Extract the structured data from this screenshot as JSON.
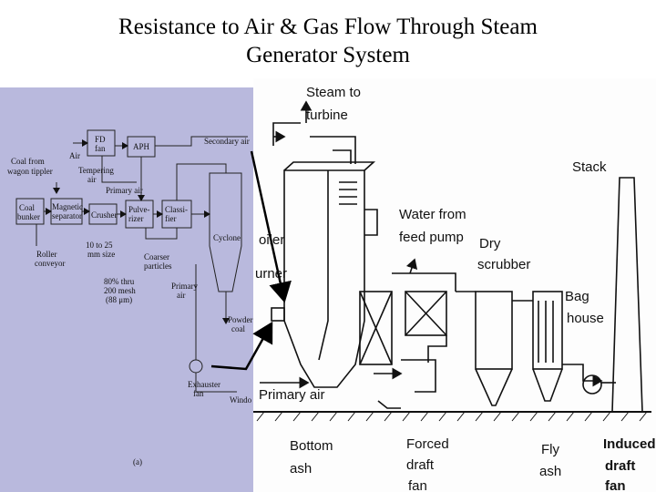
{
  "title": {
    "line1": "Resistance to Air & Gas Flow Through Steam",
    "line2": "Generator System"
  },
  "left_diagram": {
    "coal_from": [
      "Coal from",
      "wagon tippler"
    ],
    "air": "Air",
    "fd_fan": [
      "FD",
      "fan"
    ],
    "aph": "APH",
    "secondary_air": "Secondary air",
    "tempering_air": [
      "Tempering",
      "air"
    ],
    "primary_air_top": "Primary air",
    "coal_bunker": [
      "Coal",
      "bunker"
    ],
    "magnetic_separator": [
      "Magnetic",
      "separator"
    ],
    "crusher": "Crusher",
    "pulverizer": [
      "Pulve-",
      "rizer"
    ],
    "classifier": [
      "Classi-",
      "fier"
    ],
    "cyclone": "Cyclone",
    "roller_conveyor": [
      "Roller",
      "conveyor"
    ],
    "mm_size": [
      "10 to 25",
      "mm size"
    ],
    "coarser_particles": [
      "Coarser",
      "particles"
    ],
    "primary_air_mid": [
      "Primary",
      "air"
    ],
    "mesh": [
      "80% thru",
      "200 mesh",
      "(88 μm)"
    ],
    "powder_coal": [
      "Powder",
      "coal"
    ],
    "exhauster_fan": [
      "Exhauster",
      "fan"
    ],
    "windo": "Windo",
    "fig_label": "(a)"
  },
  "right_diagram": {
    "steam_to_turbine": [
      "Steam to",
      "turbine"
    ],
    "stack": "Stack",
    "water_from_feed_pump": [
      "Water from",
      "feed pump"
    ],
    "boiler": "oiler",
    "burner": "urner",
    "dry_scrubber": [
      "Dry",
      "scrubber"
    ],
    "bag_house": [
      "Bag",
      "house"
    ],
    "primary_air": "Primary air",
    "bottom_ash": [
      "Bottom",
      "ash"
    ],
    "forced_draft_fan": [
      "Forced",
      "draft",
      "fan"
    ],
    "fly_ash": [
      "Fly",
      "ash"
    ],
    "induced_draft_fan": [
      "Induced",
      "draft",
      "fan"
    ]
  },
  "colors": {
    "left_panel_bg": "#b9b9dd",
    "right_panel_bg": "#fdfdfd",
    "line": "#111111"
  }
}
